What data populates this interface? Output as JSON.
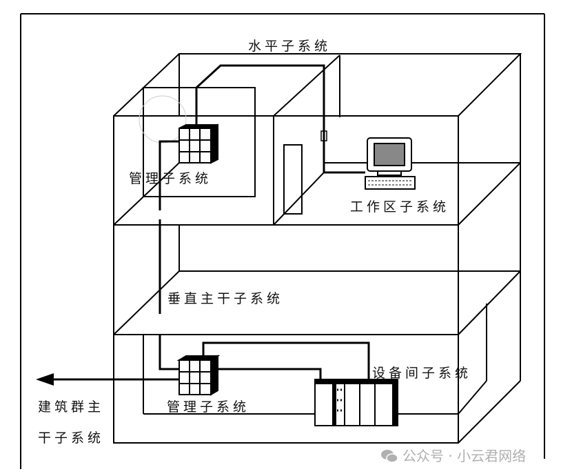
{
  "labels": {
    "horizontal": "水平子系统",
    "admin_top": "管理子系统",
    "work_area": "工作区子系统",
    "vertical": "垂直主干子系统",
    "equipment": "设备间子系统",
    "admin_bottom": "管理子系统",
    "campus_line1": "建筑群主",
    "campus_line2": "干子系统"
  },
  "watermark": "公众号 · 小云君网络",
  "colors": {
    "line": "#000000",
    "watermark": "#b0b0b0"
  }
}
